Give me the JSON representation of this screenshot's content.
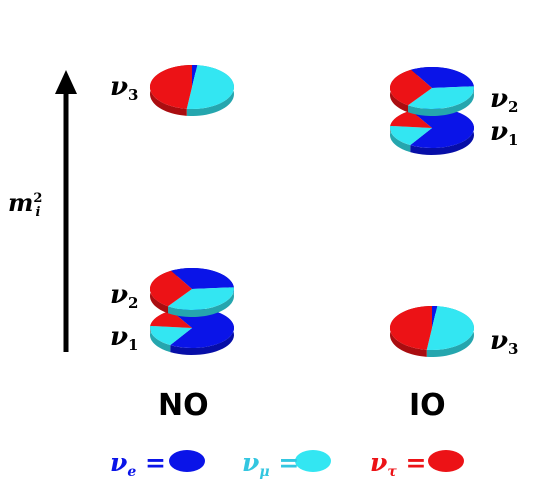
{
  "axis": {
    "label_base": "m",
    "label_sup": "2",
    "label_sub": "i"
  },
  "colors": {
    "nu_e": "#0a14e8",
    "nu_mu": "#33e6f2",
    "nu_tau": "#ec1216"
  },
  "normal_ordering": {
    "label": "NO",
    "states": [
      {
        "symbol": "ν",
        "index": "3",
        "fractions": {
          "e": 0.02,
          "mu": 0.5,
          "tau": 0.48
        }
      },
      {
        "symbol": "ν",
        "index": "2",
        "fractions": {
          "e": 0.32,
          "mu": 0.36,
          "tau": 0.32
        }
      },
      {
        "symbol": "ν",
        "index": "1",
        "fractions": {
          "e": 0.67,
          "mu": 0.18,
          "tau": 0.15
        }
      }
    ]
  },
  "inverted_ordering": {
    "label": "IO",
    "states": [
      {
        "symbol": "ν",
        "index": "2",
        "fractions": {
          "e": 0.32,
          "mu": 0.36,
          "tau": 0.32
        }
      },
      {
        "symbol": "ν",
        "index": "1",
        "fractions": {
          "e": 0.67,
          "mu": 0.18,
          "tau": 0.15
        }
      },
      {
        "symbol": "ν",
        "index": "3",
        "fractions": {
          "e": 0.02,
          "mu": 0.5,
          "tau": 0.48
        }
      }
    ]
  },
  "legend": [
    {
      "symbol": "ν",
      "sub": "e",
      "equals": "=",
      "color": "#0a14e8"
    },
    {
      "symbol": "ν",
      "sub": "μ",
      "equals": "=",
      "color": "#33e6f2"
    },
    {
      "symbol": "ν",
      "sub": "τ",
      "equals": "=",
      "color": "#ec1216"
    }
  ]
}
